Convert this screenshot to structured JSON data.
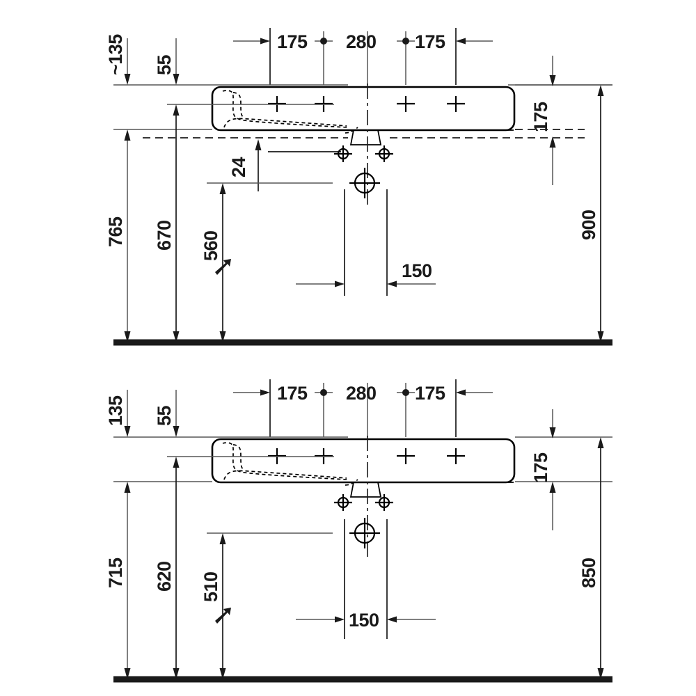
{
  "drawing": {
    "title": "Washbasin installation dimension drawing",
    "units": "mm",
    "line_color": "#1a1a1a",
    "background": "#ffffff"
  },
  "views": [
    {
      "id": "view-top",
      "name": "upper-installation-view",
      "horizontal_dimensions": [
        {
          "id": "top-175-left",
          "label": "175"
        },
        {
          "id": "top-280-center",
          "label": "280"
        },
        {
          "id": "top-175-right",
          "label": "175"
        }
      ],
      "left_vertical_dimensions": [
        {
          "id": "top-tilde-135",
          "label": "~135"
        },
        {
          "id": "top-55",
          "label": "55"
        },
        {
          "id": "top-765",
          "label": "765"
        },
        {
          "id": "top-670",
          "label": "670"
        },
        {
          "id": "top-560",
          "label": "560",
          "prefix_arrow": true
        }
      ],
      "inner_dimensions": [
        {
          "id": "top-24",
          "label": "24"
        },
        {
          "id": "top-150",
          "label": "150"
        }
      ],
      "right_vertical_dimensions": [
        {
          "id": "top-175-depth",
          "label": "175"
        },
        {
          "id": "top-900",
          "label": "900"
        }
      ]
    },
    {
      "id": "view-bottom",
      "name": "lower-installation-view",
      "horizontal_dimensions": [
        {
          "id": "bot-175-left",
          "label": "175"
        },
        {
          "id": "bot-280-center",
          "label": "280"
        },
        {
          "id": "bot-175-right",
          "label": "175"
        }
      ],
      "left_vertical_dimensions": [
        {
          "id": "bot-135",
          "label": "135"
        },
        {
          "id": "bot-55",
          "label": "55"
        },
        {
          "id": "bot-715",
          "label": "715"
        },
        {
          "id": "bot-620",
          "label": "620"
        },
        {
          "id": "bot-510",
          "label": "510",
          "prefix_arrow": true
        }
      ],
      "inner_dimensions": [
        {
          "id": "bot-150",
          "label": "150"
        }
      ],
      "right_vertical_dimensions": [
        {
          "id": "bot-175-depth",
          "label": "175"
        },
        {
          "id": "bot-850",
          "label": "850"
        }
      ]
    }
  ],
  "labels": {
    "v135_tilde": "~135",
    "v135": "135",
    "v55": "55",
    "v765": "765",
    "v670": "670",
    "v560": "560",
    "v715": "715",
    "v620": "620",
    "v510": "510",
    "v24": "24",
    "v150": "150",
    "v175": "175",
    "v280": "280",
    "v900": "900",
    "v850": "850"
  }
}
